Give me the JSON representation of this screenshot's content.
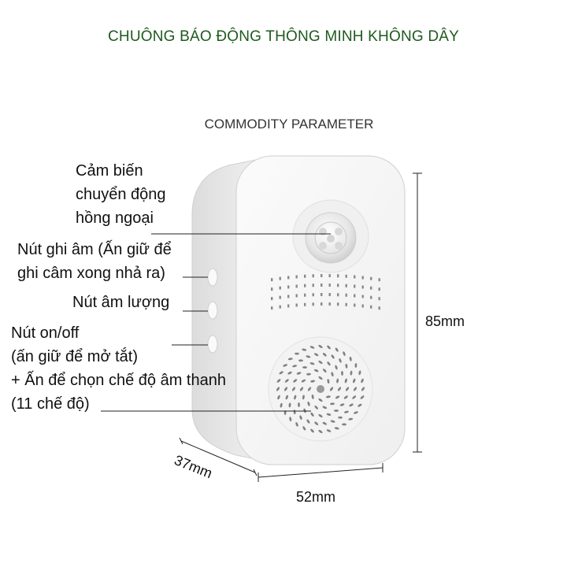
{
  "title": "CHUÔNG BÁO ĐỘNG THÔNG MINH KHÔNG DÂY",
  "subtitle": "COMMODITY PARAMETER",
  "colors": {
    "title": "#1e5a1e",
    "device_body": "#f4f4f4",
    "device_outline": "#d4d4d4",
    "leader_line": "#222222"
  },
  "labels": {
    "pir_sensor": [
      "Cảm biến",
      "chuyển động",
      "hồng ngoại"
    ],
    "record_button": [
      "Nút ghi âm (Ấn giữ để",
      "ghi câm xong nhả ra)"
    ],
    "volume_button": [
      "Nút âm lượng"
    ],
    "power_button": [
      "Nút on/off",
      "(ấn giữ để mở tắt)",
      "+ Ấn để chọn chế độ âm thanh",
      "(11 chế độ)"
    ]
  },
  "dimensions": {
    "height": "85mm",
    "width": "52mm",
    "depth": "37mm"
  }
}
